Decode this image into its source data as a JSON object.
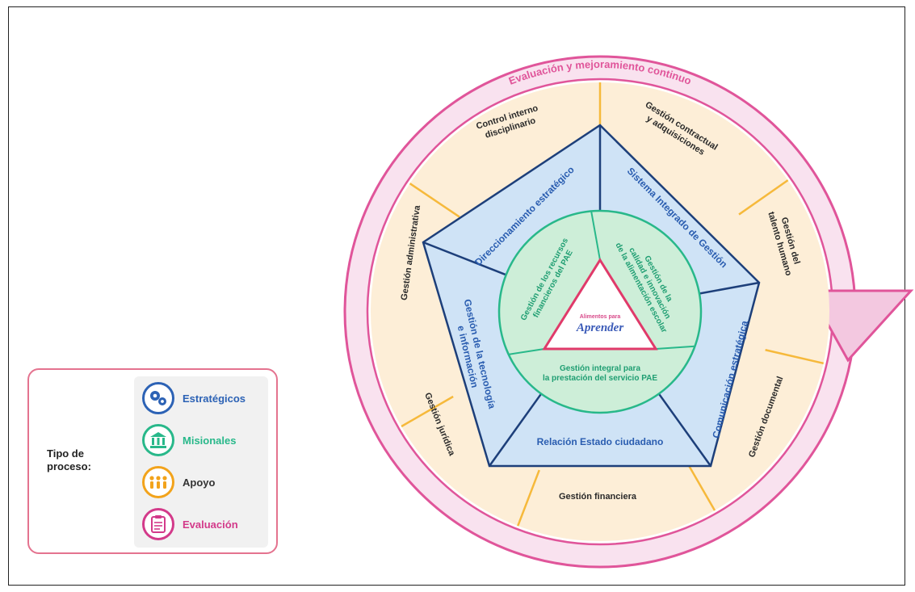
{
  "ring": {
    "label": "Evaluación y mejoramiento continuo",
    "color": "#e0559a",
    "fill": "#f9e2ef"
  },
  "support_ring": {
    "color": "#f6b93b",
    "fill": "#fdeed7",
    "items": [
      "Control interno disciplinario",
      "Gestión contractual y adquisiciones",
      "Gestión del talento humano",
      "Gestión documental",
      "Gestión financiera",
      "Gestión jurídica",
      "Gestión administrativa"
    ]
  },
  "strategic_pentagon": {
    "color": "#1d3f7a",
    "fill": "#cfe3f6",
    "items": [
      "Sistema Integrado de Gestión",
      "Comunicación estratégica",
      "Relación Estado ciudadano",
      "Gestión de la tecnología e información",
      "Direccionamiento estratégico"
    ]
  },
  "mission_circle": {
    "color": "#28b88a",
    "fill": "#cdeed8",
    "items": [
      "Gestión de la calidad e innovación de la alimentación escolar",
      "Gestión integral para la prestación del servicio PAE",
      "Gestión de los recursos financieros del PAE"
    ]
  },
  "center_logo": {
    "line1": "Alimentos para",
    "line2": "Aprender",
    "triangle_color": "#e03a6a"
  },
  "legend": {
    "title": "Tipo de proceso:",
    "border_color": "#e4738f",
    "items": [
      {
        "label": "Estratégicos",
        "color": "#2c62b5",
        "icon": "gears-icon"
      },
      {
        "label": "Misionales",
        "color": "#28b88a",
        "icon": "bank-icon"
      },
      {
        "label": "Apoyo",
        "color": "#f2a31b",
        "icon": "people-icon"
      },
      {
        "label": "Evaluación",
        "color": "#d33a8a",
        "icon": "clipboard-icon"
      }
    ]
  }
}
